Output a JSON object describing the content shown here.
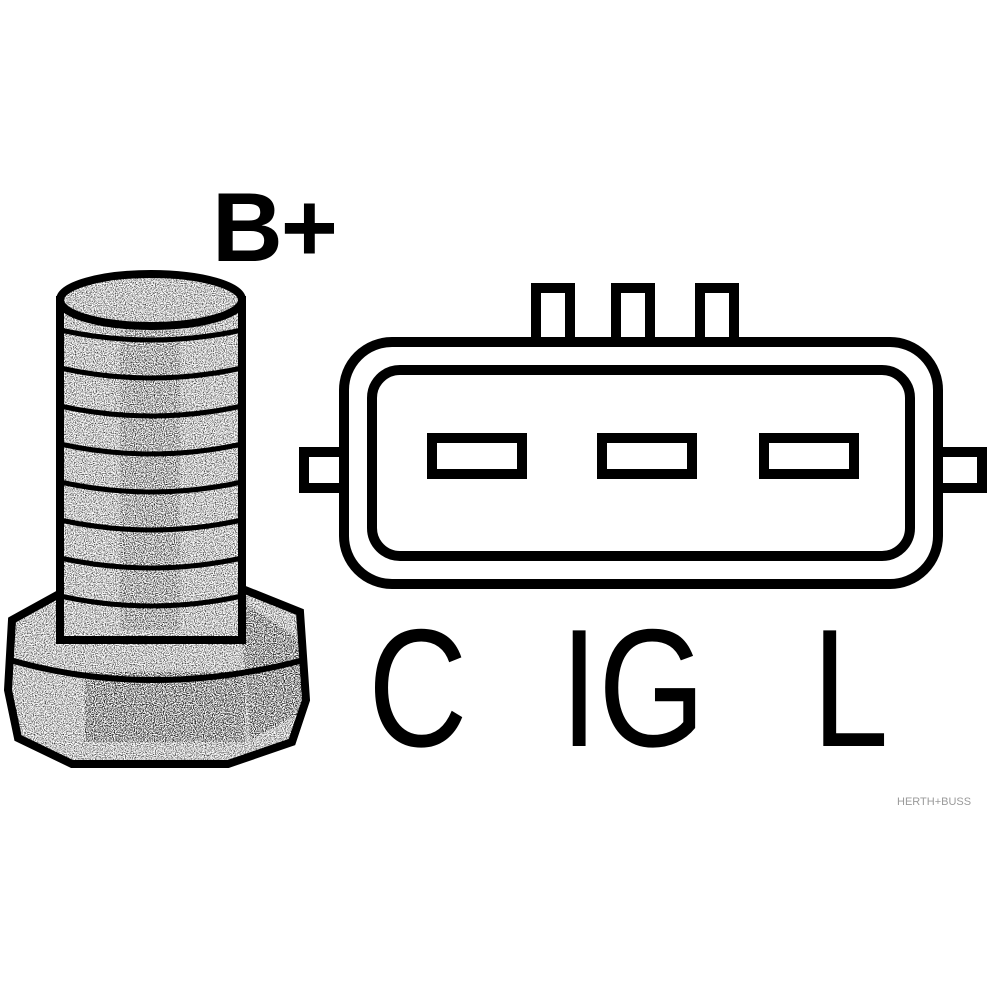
{
  "labels": {
    "battery_terminal": "B+",
    "pin_c": "C",
    "pin_ig": "IG",
    "pin_l": "L"
  },
  "watermark": "HERTH+BUSS",
  "colors": {
    "ink": "#000000",
    "background": "#ffffff",
    "watermark": "#9a9a9a"
  }
}
